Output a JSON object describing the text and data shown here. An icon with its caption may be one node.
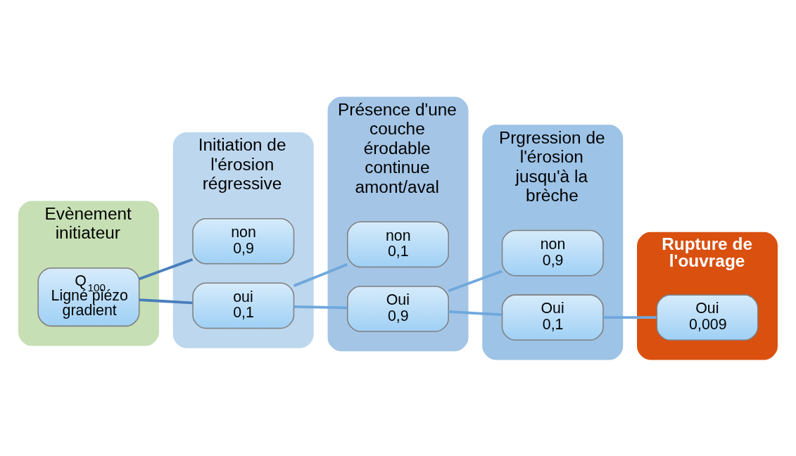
{
  "diagram": {
    "nodes": [
      {
        "text": [
          "Evènement initiateur"
        ]
      },
      {
        "text": [
          "Q$_{100}$ Ligné piézo gradient"
        ],
        "in": 0
      },
      {
        "text": [
          "Initiation de l'érosion régressive"
        ]
      },
      {
        "text": [
          "non",
          "0,9"
        ],
        "in": 2
      },
      {
        "text": [
          "oui",
          "0,1"
        ],
        "in": 2
      },
      {
        "text": [
          "Présence d'une couche érodable continue amont/aval"
        ]
      },
      {
        "text": [
          "non",
          "0,1"
        ],
        "in": 5
      },
      {
        "text": [
          "Oui",
          "0,9"
        ],
        "in": 5
      },
      {
        "text": [
          "Prgression de l'érosion jusqu'à la brèche"
        ]
      },
      {
        "text": [
          "non",
          "0,9"
        ],
        "in": 8
      },
      {
        "text": [
          "Oui",
          "0,1"
        ],
        "in": 8
      },
      {
        "text": [
          "Rupture de l'ouvrage"
        ]
      },
      {
        "text": [
          "Oui",
          "0,009"
        ],
        "in": 11
      }
    ],
    "edges": [
      {
        "from": 1,
        "to": 3,
        "arrow": "none",
        "color": "#4a7ebb"
      },
      {
        "from": 1,
        "to": 4,
        "arrow": "none",
        "color": "#4a7ebb"
      },
      {
        "from": 4,
        "to": 6,
        "arrow": "none"
      },
      {
        "from": 4,
        "to": 7,
        "arrow": "none"
      },
      {
        "from": 7,
        "to": 9,
        "arrow": "none"
      },
      {
        "from": 7,
        "to": 10,
        "arrow": "none"
      },
      {
        "from": 10,
        "to": 12,
        "arrow": "none"
      }
    ]
  }
}
